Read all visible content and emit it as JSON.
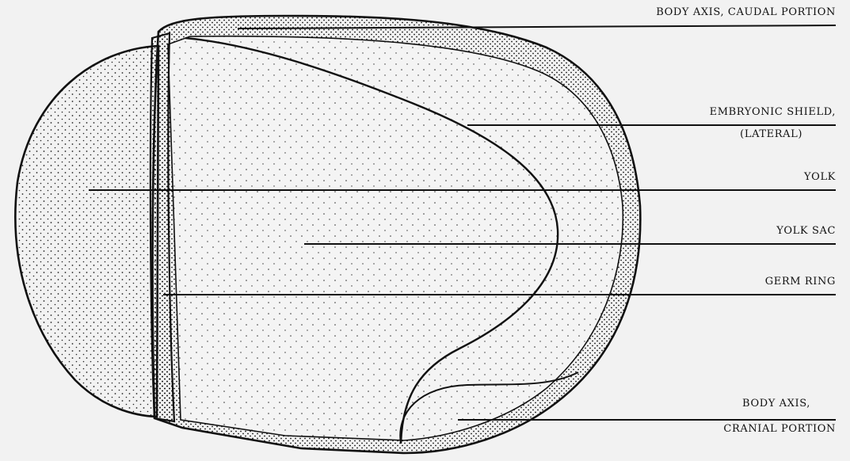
{
  "diagram": {
    "background": "#f2f2f2",
    "ink": "#111111",
    "labels": {
      "body_axis_caudal": "BODY AXIS, CAUDAL PORTION",
      "embryonic_shield_1": "EMBRYONIC SHIELD,",
      "embryonic_shield_2": "(LATERAL)",
      "yolk": "YOLK",
      "yolk_sac": "YOLK SAC",
      "germ_ring": "GERM RING",
      "body_axis_cranial_1": "BODY AXIS,",
      "body_axis_cranial_2": "CRANIAL PORTION"
    }
  }
}
